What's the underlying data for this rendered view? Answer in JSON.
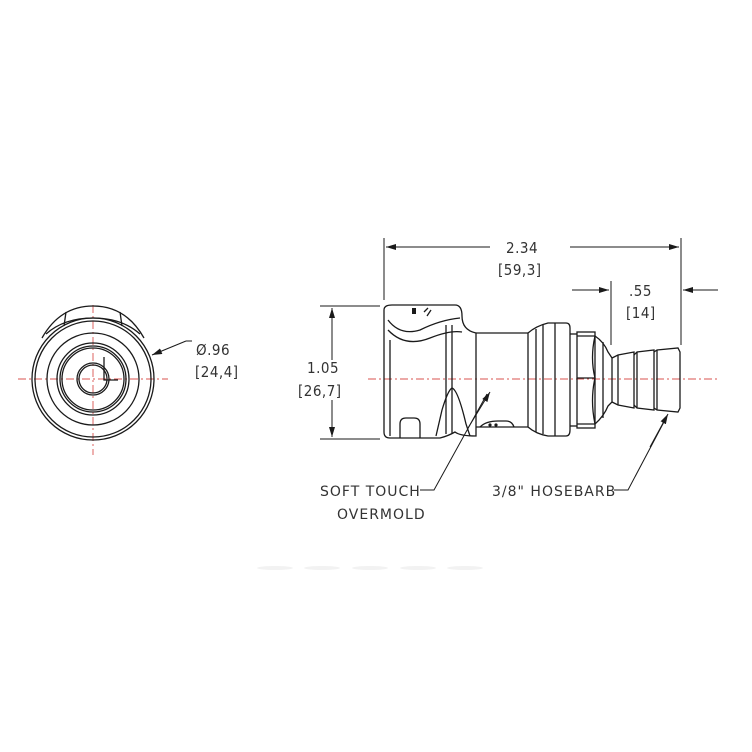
{
  "drawing": {
    "title": "Quick-disconnect coupling body with 3/8\" hosebarb",
    "colors": {
      "line": "#1a1a1a",
      "centerline": "#d9534f",
      "text": "#333333",
      "background": "#ffffff"
    },
    "end_view": {
      "diameter_inch": "Ø.96",
      "diameter_mm": "[24,4]"
    },
    "side_view": {
      "overall_length_inch": "2.34",
      "overall_length_mm": "[59,3]",
      "barb_length_inch": ".55",
      "barb_length_mm": "[14]",
      "height_inch": "1.05",
      "height_mm": "[26,7]"
    },
    "callouts": {
      "overmold_line1": "SOFT TOUCH",
      "overmold_line2": "OVERMOLD",
      "hosebarb": "3/8\" HOSEBARB"
    }
  }
}
